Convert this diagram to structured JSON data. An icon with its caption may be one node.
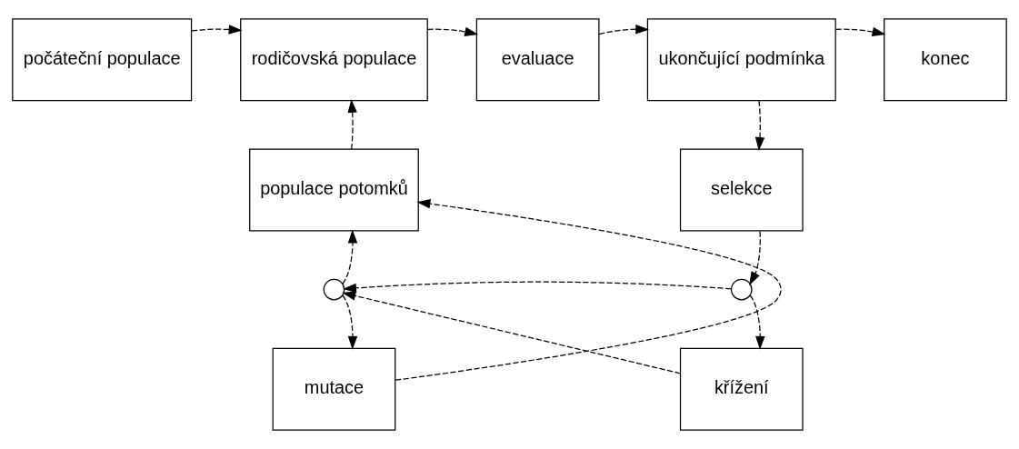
{
  "diagram": {
    "nodes": [
      {
        "text": [
          "počáteční populace"
        ]
      },
      {
        "text": [
          "rodičovská populace"
        ]
      },
      {
        "text": [
          "evaluace"
        ]
      },
      {
        "text": [
          "ukončující podmínka"
        ]
      },
      {
        "text": [
          "konec"
        ]
      },
      {
        "text": [
          "populace potomků"
        ]
      },
      {
        "text": [
          "selekce"
        ]
      },
      {
        "text": [],
        "shape": "circle"
      },
      {
        "text": [],
        "shape": "circle"
      },
      {
        "text": [
          "mutace"
        ]
      },
      {
        "text": [
          "křížení"
        ]
      }
    ],
    "edges": [
      {
        "from": 0,
        "to": 1,
        "arrow": "to",
        "style": "dashed"
      },
      {
        "from": 1,
        "to": 2,
        "arrow": "to",
        "style": "dashed"
      },
      {
        "from": 2,
        "to": 3,
        "arrow": "to",
        "style": "dashed"
      },
      {
        "from": 3,
        "to": 4,
        "arrow": "to",
        "style": "dashed"
      },
      {
        "from": 3,
        "to": 6,
        "arrow": "to",
        "style": "dashed"
      },
      {
        "from": 5,
        "to": 1,
        "arrow": "to",
        "style": "dashed"
      },
      {
        "from": 6,
        "to": 8,
        "arrow": "to",
        "style": "dashed"
      },
      {
        "from": 8,
        "to": 7,
        "arrow": "to",
        "style": "dashed"
      },
      {
        "from": 8,
        "to": 10,
        "arrow": "to",
        "style": "dashed"
      },
      {
        "from": 10,
        "to": 7,
        "arrow": "to",
        "style": "dashed"
      },
      {
        "from": 7,
        "to": 9,
        "arrow": "to",
        "style": "dashed"
      },
      {
        "from": 7,
        "to": 5,
        "arrow": "to",
        "style": "dashed"
      },
      {
        "from": 9,
        "to": 5,
        "arrow": "to",
        "style": "dashed"
      }
    ]
  }
}
